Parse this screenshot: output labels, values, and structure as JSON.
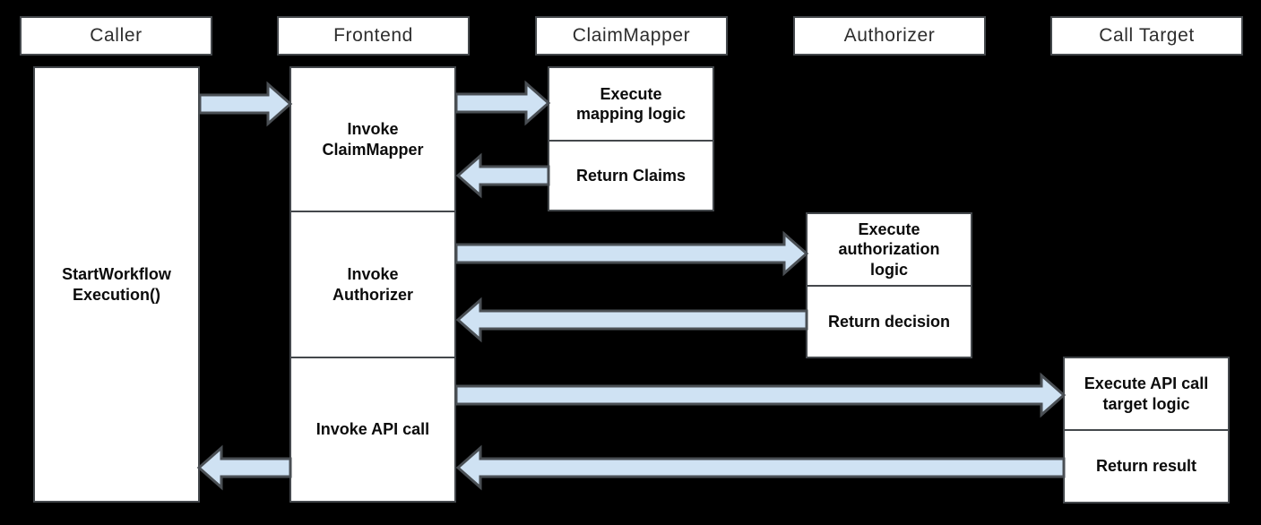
{
  "diagram": {
    "kind": "sequence-flow-diagram",
    "background": "#000000",
    "colors": {
      "box_fill": "#ffffff",
      "box_border": "#44484c",
      "arrow_fill": "#cfe2f3",
      "arrow_outline": "#4a4f54",
      "header_text": "#2d2d2d",
      "step_text": "#0b0b0b"
    },
    "lifelines": [
      {
        "label": "Caller"
      },
      {
        "label": "Frontend"
      },
      {
        "label": "ClaimMapper"
      },
      {
        "label": "Authorizer"
      },
      {
        "label": "Call Target"
      }
    ],
    "caller": {
      "call_label": "StartWorkflow\nExecution()"
    },
    "frontend": {
      "sections": [
        {
          "label": "Invoke\nClaimMapper"
        },
        {
          "label": "Invoke\nAuthorizer"
        },
        {
          "label": "Invoke API call"
        }
      ]
    },
    "claimmapper": {
      "steps": [
        {
          "label": "Execute\nmapping logic"
        },
        {
          "label": "Return Claims"
        }
      ]
    },
    "authorizer": {
      "steps": [
        {
          "label": "Execute\nauthorization\nlogic"
        },
        {
          "label": "Return decision"
        }
      ]
    },
    "call_target": {
      "steps": [
        {
          "label": "Execute API call\ntarget logic"
        },
        {
          "label": "Return result"
        }
      ]
    },
    "arrows": [
      {
        "from": "Caller",
        "to": "Frontend",
        "direction": "right"
      },
      {
        "from": "Frontend",
        "to": "ClaimMapper",
        "direction": "right"
      },
      {
        "from": "ClaimMapper",
        "to": "Frontend",
        "direction": "left"
      },
      {
        "from": "Frontend",
        "to": "Authorizer",
        "direction": "right"
      },
      {
        "from": "Authorizer",
        "to": "Frontend",
        "direction": "left"
      },
      {
        "from": "Frontend",
        "to": "Call Target",
        "direction": "right"
      },
      {
        "from": "Call Target",
        "to": "Frontend",
        "direction": "left"
      },
      {
        "from": "Frontend",
        "to": "Caller",
        "direction": "left"
      }
    ]
  }
}
